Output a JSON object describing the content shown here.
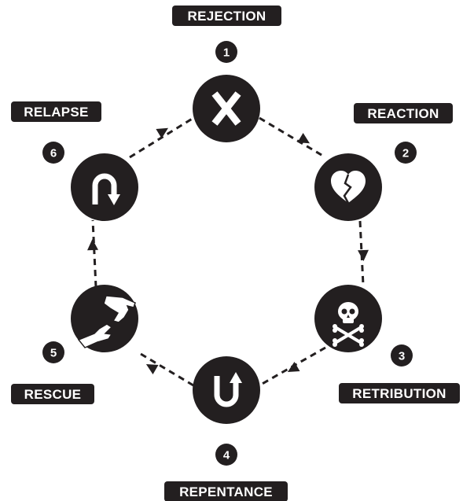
{
  "stages": [
    {
      "number": "1",
      "label": "REJECTION",
      "icon": "x-mark-icon"
    },
    {
      "number": "2",
      "label": "REACTION",
      "icon": "broken-heart-icon"
    },
    {
      "number": "3",
      "label": "RETRIBUTION",
      "icon": "skull-crossbones-icon"
    },
    {
      "number": "4",
      "label": "REPENTANCE",
      "icon": "u-turn-up-icon"
    },
    {
      "number": "5",
      "label": "RESCUE",
      "icon": "helping-hands-icon"
    },
    {
      "number": "6",
      "label": "RELAPSE",
      "icon": "u-turn-down-icon"
    }
  ],
  "colors": {
    "fill": "#231f20",
    "text": "#ffffff",
    "background": "#ffffff"
  }
}
